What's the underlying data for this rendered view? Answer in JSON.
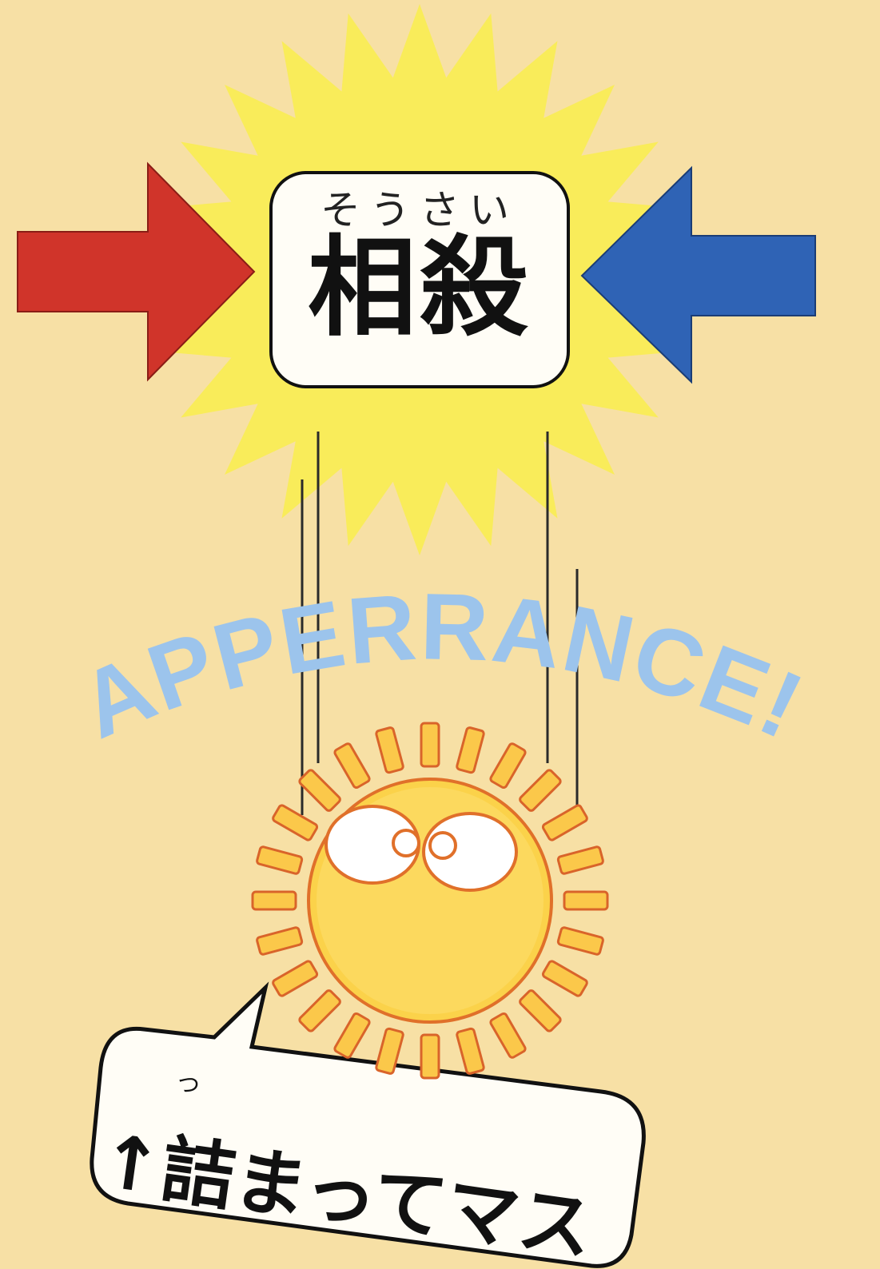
{
  "colors": {
    "background": "#f7e0a5",
    "burst": "#f9ec5a",
    "left_arrow": "#d0342a",
    "right_arrow": "#2f63b5",
    "word_art": "#9cc4ec",
    "sun": "#fbd24a",
    "sun_outline": "#e0702a"
  },
  "title": {
    "reading": "そうさい",
    "text": "相殺"
  },
  "word_art": "APPERRANCE!",
  "speech_bubble": {
    "reading": "つ",
    "text": "↑詰まってマス"
  },
  "icons": [
    "left-red-arrow-icon",
    "right-blue-arrow-icon",
    "starburst-icon",
    "sun-character-icon",
    "speech-bubble-icon"
  ]
}
